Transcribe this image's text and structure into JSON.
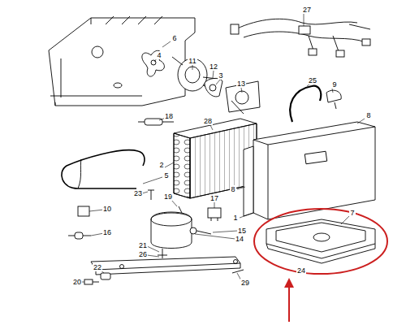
{
  "diagram": {
    "labels": [
      "27",
      "6",
      "4",
      "11",
      "12",
      "3",
      "13",
      "25",
      "9",
      "18",
      "28",
      "8",
      "2",
      "5",
      "8",
      "23",
      "19",
      "17",
      "1",
      "7",
      "10",
      "15",
      "14",
      "16",
      "21",
      "26",
      "22",
      "20",
      "29",
      "24"
    ]
  }
}
